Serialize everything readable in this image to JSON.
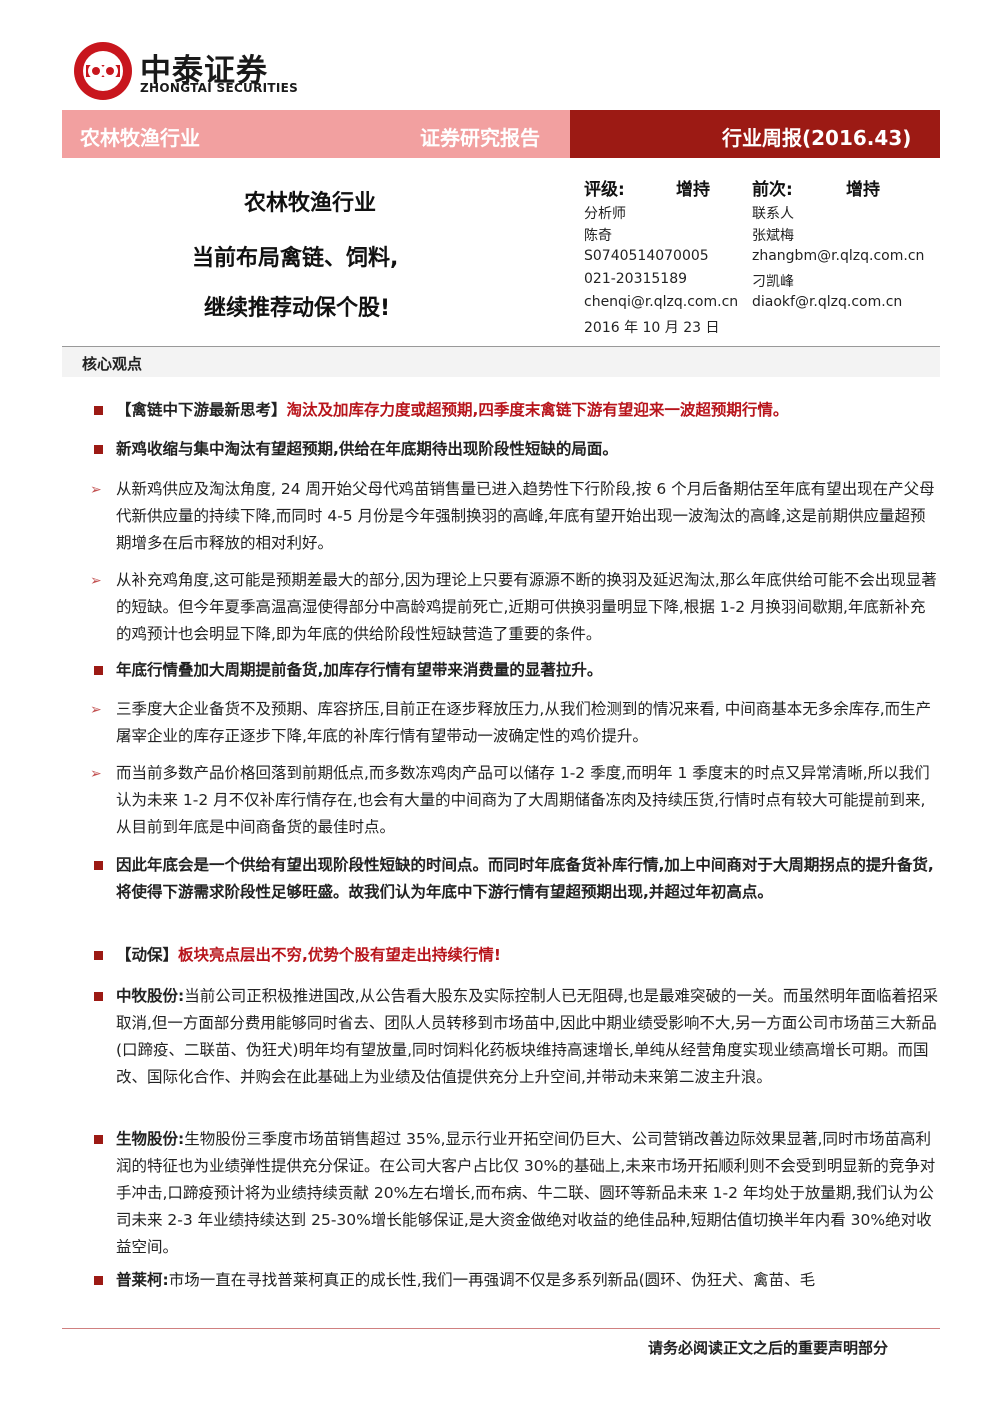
{
  "logo": {
    "cn": "中泰证券",
    "en": "ZHONGTAI SECURITIES"
  },
  "band": {
    "left": "农林牧渔行业",
    "middle": "证券研究报告",
    "right": "行业周报(2016.43)"
  },
  "title": {
    "line1": "农林牧渔行业",
    "line2": "当前布局禽链、饲料,",
    "line3": "继续推荐动保个股!"
  },
  "rating": {
    "label": "评级:",
    "value": "增持",
    "prev_label": "前次:",
    "prev_value": "增持"
  },
  "analyst": {
    "role": "分析师",
    "name": "陈奇",
    "cert": "S0740514070005",
    "phone": "021-20315189",
    "email": "chenqi@r.qlzq.com.cn",
    "date": "2016 年 10 月 23 日"
  },
  "contacts": {
    "role": "联系人",
    "name1": "张斌梅",
    "email1": "zhangbm@r.qlzq.com.cn",
    "name2": "刁凯峰",
    "email2": "diaokf@r.qlzq.com.cn"
  },
  "section_title": "核心观点",
  "paras": {
    "p1_a": "【禽链中下游最新思考】",
    "p1_b": "淘汰及加库存力度或超预期,四季度末禽链下游有望迎来一波超预期行情。",
    "p2": "新鸡收缩与集中淘汰有望超预期,供给在年底期待出现阶段性短缺的局面。",
    "p3": "从新鸡供应及淘汰角度, 24 周开始父母代鸡苗销售量已进入趋势性下行阶段,按 6 个月后备期估至年底有望出现在产父母代新供应量的持续下降,而同时 4-5 月份是今年强制换羽的高峰,年底有望开始出现一波淘汰的高峰,这是前期供应量超预期增多在后市释放的相对利好。",
    "p4": "从补充鸡角度,这可能是预期差最大的部分,因为理论上只要有源源不断的换羽及延迟淘汰,那么年底供给可能不会出现显著的短缺。但今年夏季高温高湿使得部分中高龄鸡提前死亡,近期可供换羽量明显下降,根据 1-2 月换羽间歇期,年底新补充的鸡预计也会明显下降,即为年底的供给阶段性短缺营造了重要的条件。",
    "p5": "年底行情叠加大周期提前备货,加库存行情有望带来消费量的显著拉升。",
    "p6": "三季度大企业备货不及预期、库容挤压,目前正在逐步释放压力,从我们检测到的情况来看, 中间商基本无多余库存,而生产屠宰企业的库存正逐步下降,年底的补库行情有望带动一波确定性的鸡价提升。",
    "p7": "而当前多数产品价格回落到前期低点,而多数冻鸡肉产品可以储存 1-2 季度,而明年 1 季度末的时点又异常清晰,所以我们认为未来 1-2 月不仅补库行情存在,也会有大量的中间商为了大周期储备冻肉及持续压货,行情时点有较大可能提前到来,从目前到年底是中间商备货的最佳时点。",
    "p8": "因此年底会是一个供给有望出现阶段性短缺的时间点。而同时年底备货补库行情,加上中间商对于大周期拐点的提升备货,将使得下游需求阶段性足够旺盛。故我们认为年底中下游行情有望超预期出现,并超过年初高点。",
    "p9_a": "【动保】",
    "p9_b": "板块亮点层出不穷,优势个股有望走出持续行情!",
    "p10_a": "中牧股份:",
    "p10_b": "当前公司正积极推进国改,从公告看大股东及实际控制人已无阻碍,也是最难突破的一关。而虽然明年面临着招采取消,但一方面部分费用能够同时省去、团队人员转移到市场苗中,因此中期业绩受影响不大,另一方面公司市场苗三大新品(口蹄疫、二联苗、伪狂犬)明年均有望放量,同时饲料化药板块维持高速增长,单纯从经营角度实现业绩高增长可期。而国改、国际化合作、并购会在此基础上为业绩及估值提供充分上升空间,并带动未来第二波主升浪。",
    "p11_a": "生物股份:",
    "p11_b": "生物股份三季度市场苗销售超过 35%,显示行业开拓空间仍巨大、公司营销改善边际效果显著,同时市场苗高利润的特征也为业绩弹性提供充分保证。在公司大客户占比仅 30%的基础上,未来市场开拓顺利则不会受到明显新的竞争对手冲击,口蹄疫预计将为业绩持续贡献 20%左右增长,而布病、牛二联、圆环等新品未来 1-2 年均处于放量期,我们认为公司未来 2-3 年业绩持续达到 25-30%增长能够保证,是大资金做绝对收益的绝佳品种,短期估值切换半年内看 30%绝对收益空间。",
    "p12_a": "普莱柯:",
    "p12_b": "市场一直在寻找普莱柯真正的成长性,我们一再强调不仅是多系列新品(圆环、伪狂犬、禽苗、毛"
  },
  "footer": "请务必阅读正文之后的重要声明部分",
  "colors": {
    "band_pink": "#f2a0a0",
    "band_dark": "#9c1a14",
    "accent_red": "#b8141b"
  }
}
